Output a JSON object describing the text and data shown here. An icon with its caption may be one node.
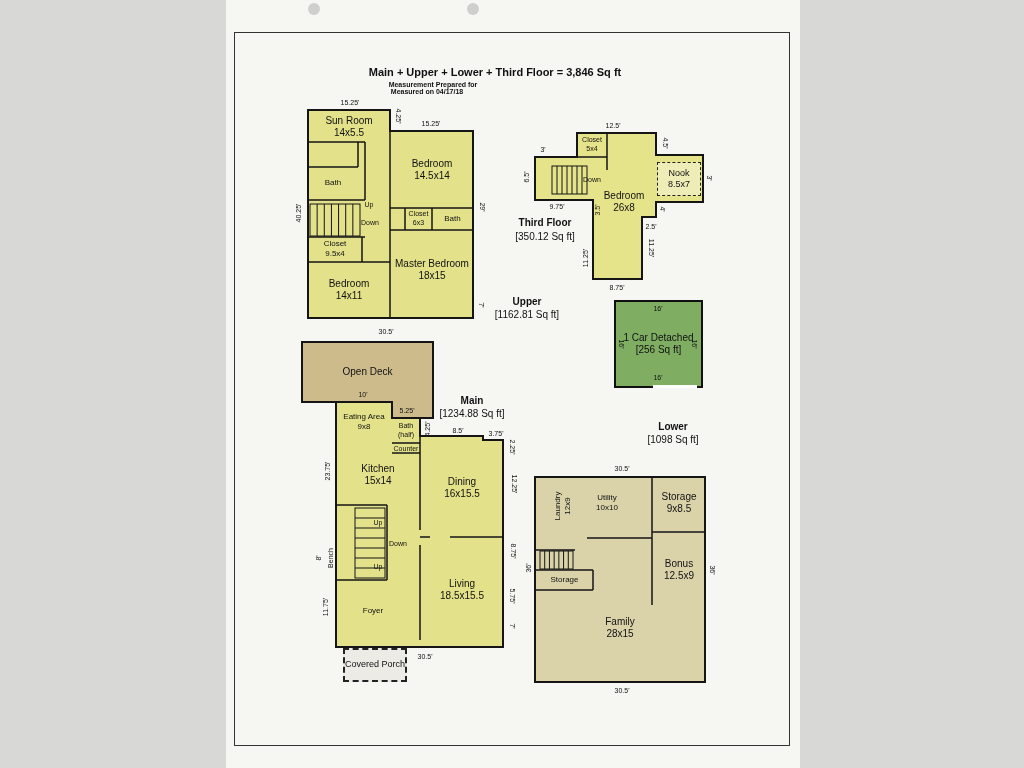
{
  "diagram": {
    "title": "Main + Upper + Lower + Third Floor = 3,846 Sq ft",
    "nodes": [
      {
        "text": [],
        "shape": "box",
        "beside": [
          "Upper",
          "[1162.81 Sq ft]"
        ]
      },
      {
        "text": [
          "Sun Room",
          "14x5.5"
        ],
        "in": 0
      },
      {
        "text": [
          "Bath"
        ],
        "in": 0
      },
      {
        "text": [
          "Bedroom",
          "14.5x14"
        ],
        "in": 0
      },
      {
        "text": [
          "Closet",
          "6x3"
        ],
        "in": 0
      },
      {
        "text": [
          "Bath"
        ],
        "in": 0
      },
      {
        "text": [
          "Closet",
          "9.5x4"
        ],
        "in": 0
      },
      {
        "text": [
          "Bedroom",
          "14x11"
        ],
        "in": 0
      },
      {
        "text": [
          "Master Bedroom",
          "18x15"
        ],
        "in": 0
      },
      {
        "text": [],
        "shape": "box",
        "beside": [
          "Third Floor",
          "[350.12 Sq ft]"
        ]
      },
      {
        "text": [
          "Closet",
          "5x4"
        ],
        "in": 9
      },
      {
        "text": [
          "Nook",
          "8.5x7"
        ],
        "in": 9
      },
      {
        "text": [
          "Bedroom",
          "26x8"
        ],
        "in": 9
      },
      {
        "text": [
          "1 Car Detached",
          "[256 Sq ft]"
        ]
      },
      {
        "text": [
          "Open Deck"
        ]
      },
      {
        "text": [],
        "shape": "box",
        "beside": [
          "Main",
          "[1234.88 Sq ft]"
        ]
      },
      {
        "text": [
          "Eating Area",
          "9x8"
        ],
        "in": 15
      },
      {
        "text": [
          "Bath (half)"
        ],
        "in": 15
      },
      {
        "text": [
          "Kitchen",
          "15x14"
        ],
        "in": 15
      },
      {
        "text": [
          "Dining",
          "16x15.5"
        ],
        "in": 15
      },
      {
        "text": [
          "Foyer"
        ],
        "in": 15
      },
      {
        "text": [
          "Living",
          "18.5x15.5"
        ],
        "in": 15
      },
      {
        "text": [
          "Covered Porch"
        ]
      },
      {
        "text": [],
        "shape": "box",
        "beside": [
          "Lower",
          "[1098 Sq ft]"
        ]
      },
      {
        "text": [
          "Laundry",
          "12x9"
        ],
        "in": 23
      },
      {
        "text": [
          "Utility",
          "10x10"
        ],
        "in": 23
      },
      {
        "text": [
          "Storage",
          "9x8.5"
        ],
        "in": 23
      },
      {
        "text": [
          "Bonus",
          "12.5x9"
        ],
        "in": 23
      },
      {
        "text": [
          "Storage"
        ],
        "in": 23
      },
      {
        "text": [
          "Family",
          "28x15"
        ],
        "in": 23
      }
    ],
    "edges": [],
    "labels": [
      "Measurement Prepared for",
      "Measured on 04/17/18",
      "15.25'",
      "4.25'",
      "15.25'",
      "40.25'",
      "29'",
      "7'",
      "30.5'",
      "Up",
      "Down",
      "12.5'",
      "3'",
      "6.5'",
      "Down",
      "4.5'",
      "3'",
      "9.75'",
      "3.5'",
      "4'",
      "2.5'",
      "11.25'",
      "11.25'",
      "8.75'",
      "16'",
      "16'",
      "16'",
      "16'",
      "10'",
      "5.25'",
      "4.25'",
      "8.5'",
      "3.75'",
      "2.25'",
      "Counter",
      "23.75'",
      "12.25'",
      "Up",
      "Down",
      "Up",
      "8.75'",
      "8'",
      "Bench",
      "5.75'",
      "7'",
      "11.75'",
      "30.5'",
      "30.5'",
      "36'",
      "36'",
      "30.5'"
    ]
  }
}
